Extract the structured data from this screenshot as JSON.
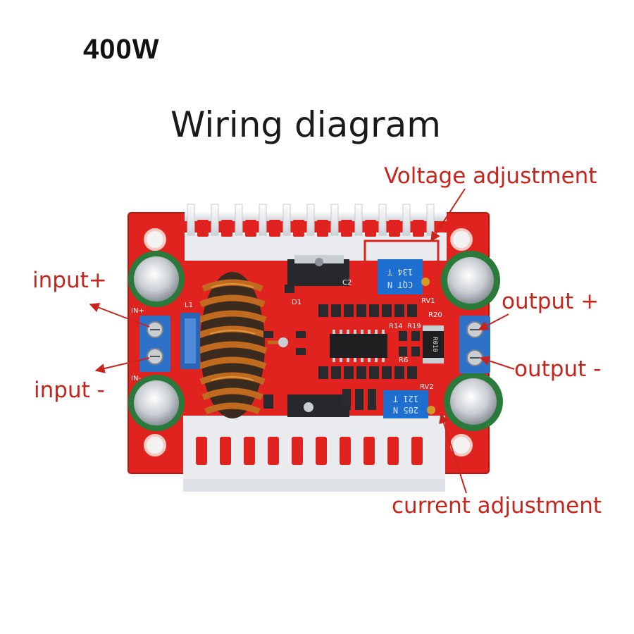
{
  "header": {
    "badge": "400W",
    "title": "Wiring diagram"
  },
  "labels": {
    "voltage_adjustment": "Voltage adjustment",
    "input_plus": "input+",
    "input_minus": "input -",
    "output_plus": "output +",
    "output_minus": "output -",
    "current_adjustment": "current adjustment"
  },
  "board_markings": {
    "pot_top_line1": "134 T",
    "pot_top_line2": "CQT N",
    "pot_bottom_line1": "121 T",
    "pot_bottom_line2": "205 N",
    "resistor": "R010",
    "rv1": "RV1",
    "rv2": "RV2",
    "r20": "R20",
    "r19": "R19",
    "r14": "R14",
    "r6": "R6",
    "d1": "D1",
    "c2": "C2",
    "in_plus": "IN+",
    "in_minus": "IN-",
    "l1": "L1"
  },
  "colors": {
    "pcb_red": "#e0231f",
    "label_red": "#c8241c",
    "heatsink": "#e9ebee",
    "terminal_blue": "#2d72c8",
    "pot_blue": "#1f6fd0",
    "copper": "#c06a20",
    "highlight_box": "#d7261e"
  }
}
